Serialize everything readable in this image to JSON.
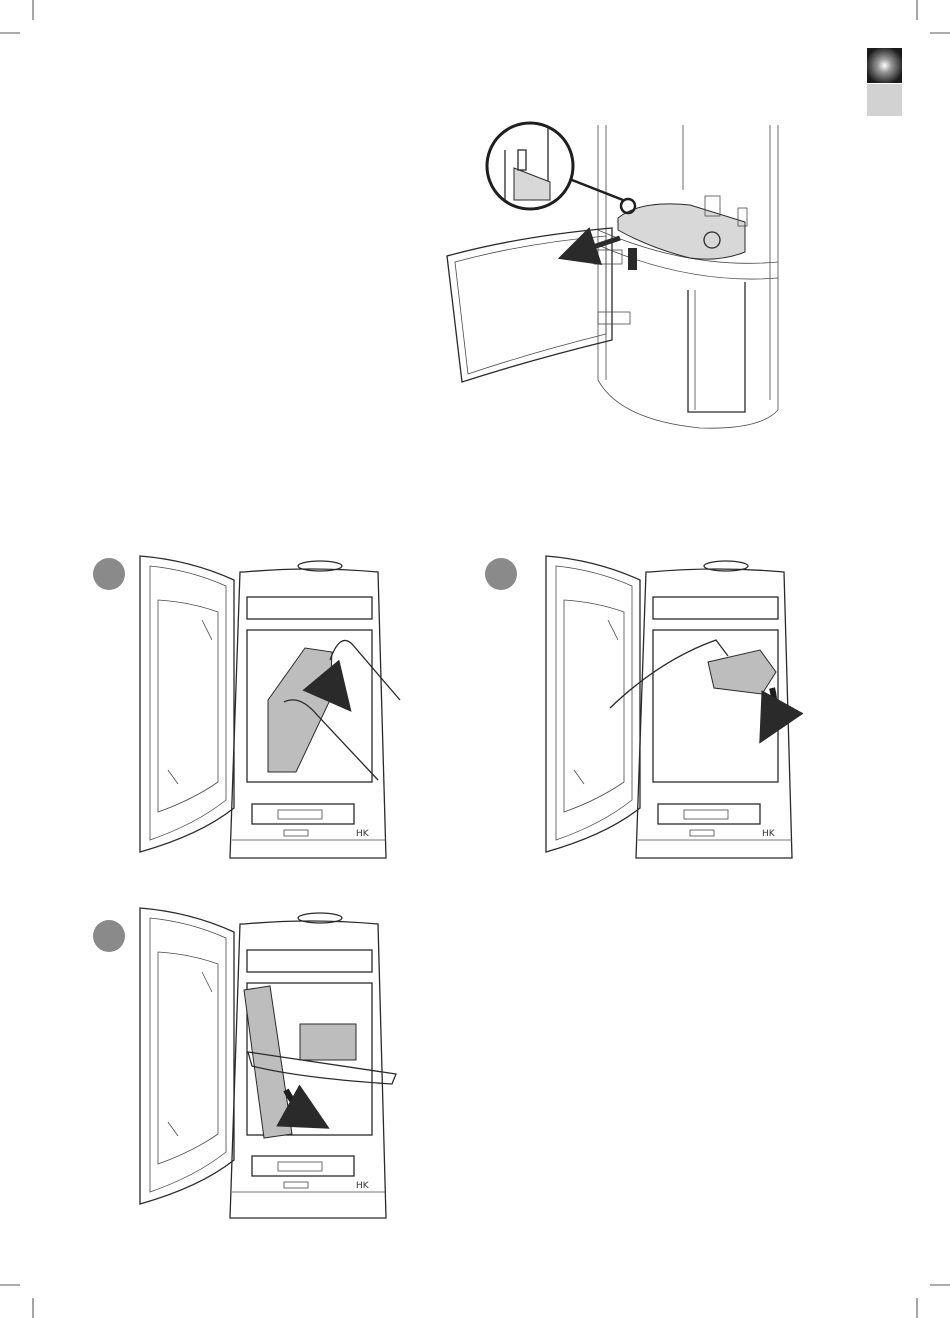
{
  "page": {
    "language_tabs": [
      {
        "name": "active-language-tab",
        "color": "#1a1a1a"
      },
      {
        "name": "inactive-language-tab",
        "color": "#d2d2d2"
      }
    ],
    "step_markers": [
      {
        "name": "step-marker-1",
        "color": "#8a8a8a"
      },
      {
        "name": "step-marker-2",
        "color": "#8a8a8a"
      },
      {
        "name": "step-marker-3",
        "color": "#8a8a8a"
      }
    ],
    "brand_logo_text": "HK"
  }
}
